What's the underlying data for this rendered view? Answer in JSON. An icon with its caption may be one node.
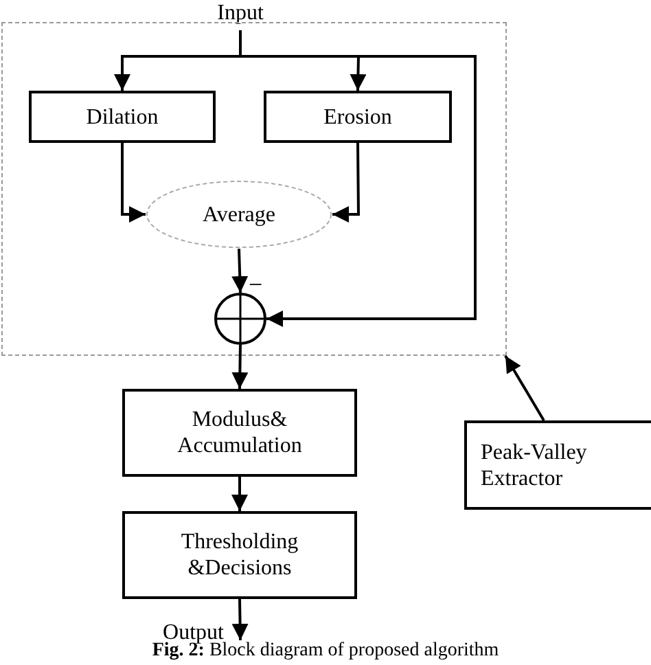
{
  "diagram": {
    "caption": "**Fig. 2:** Block diagram of proposed algorithm",
    "nodes": [
      {
        "text": [
          "Input"
        ]
      },
      {
        "text": [],
        "shape": "box"
      },
      {
        "text": [
          "Dilation"
        ],
        "in": 1
      },
      {
        "text": [
          "Erosion"
        ],
        "in": 1
      },
      {
        "text": [
          "Average"
        ],
        "in": 1
      },
      {
        "text": [],
        "shape": "circle",
        "in": 1,
        "beside": [
          "−"
        ]
      },
      {
        "text": [
          "Modulus& Accumulation"
        ]
      },
      {
        "text": [
          "Thresholding &Decisions"
        ]
      },
      {
        "text": [
          "Peak-Valley Extractor"
        ]
      }
    ],
    "edges": [
      {
        "from": 0,
        "to": 2,
        "arrow": "to"
      },
      {
        "from": 0,
        "to": 3,
        "arrow": "to"
      },
      {
        "from": 0,
        "to": 5,
        "arrow": "to"
      },
      {
        "from": 2,
        "to": 4,
        "arrow": "to"
      },
      {
        "from": 3,
        "to": 4,
        "arrow": "to"
      },
      {
        "from": 4,
        "to": 5,
        "arrow": "to"
      },
      {
        "from": 5,
        "to": 6,
        "arrow": "to"
      },
      {
        "from": 6,
        "to": 7,
        "arrow": "to"
      },
      {
        "from": 7,
        "to": null,
        "arrow": "to",
        "label": "Output"
      },
      {
        "from": 8,
        "to": 1,
        "arrow": "to"
      }
    ]
  }
}
